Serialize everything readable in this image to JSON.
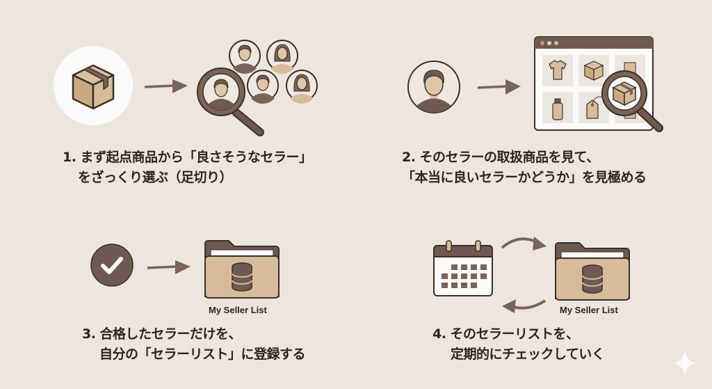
{
  "colors": {
    "background": "#ede6df",
    "dark_brown": "#6e5a50",
    "light_tan": "#d6bc9b",
    "outline": "#3a2e28",
    "white": "#ffffff"
  },
  "steps": [
    {
      "number": "1.",
      "line1": "1. まず起点商品から「良さそうなセラー」",
      "line2": "をざっくり選ぶ（足切り）",
      "icons": [
        "box-icon",
        "arrow-right-icon",
        "magnifier-person-icon",
        "people-group-icon"
      ]
    },
    {
      "number": "2.",
      "line1": "2. そのセラーの取扱商品を見て、",
      "line2": "「本当に良いセラーかどうか」を見極める",
      "icons": [
        "person-icon",
        "arrow-right-icon",
        "browser-window-icon",
        "magnifier-box-icon"
      ]
    },
    {
      "number": "3.",
      "line1": "3. 合格したセラーだけを、",
      "line2": "自分の「セラーリスト」に登録する",
      "icons": [
        "check-circle-icon",
        "arrow-right-icon",
        "folder-database-icon"
      ],
      "caption": "My Seller List"
    },
    {
      "number": "4.",
      "line1": "4. そのセラーリストを、",
      "line2": "定期的にチェックしていく",
      "icons": [
        "calendar-icon",
        "cycle-arrows-icon",
        "folder-database-icon"
      ],
      "caption": "My Seller List"
    }
  ]
}
